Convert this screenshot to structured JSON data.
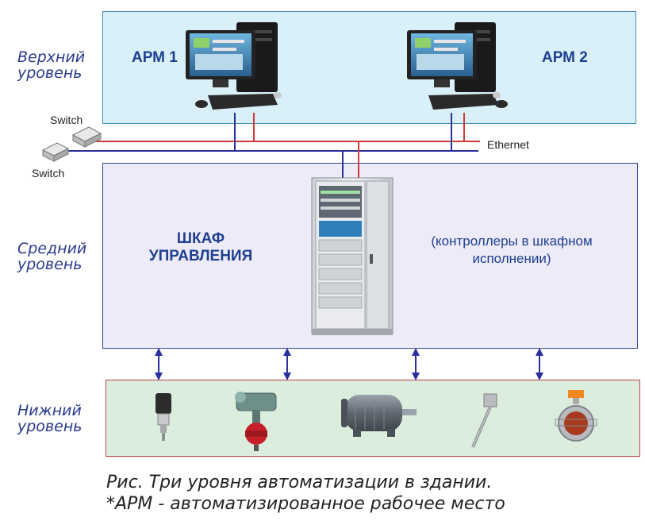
{
  "levels": {
    "top": "Верхний\nуровень",
    "middle": "Средний\nуровень",
    "bottom": "Нижний\nуровень"
  },
  "workstations": {
    "arm1": "АРМ 1",
    "arm2": "АРМ 2"
  },
  "network": {
    "switch_1": "Switch",
    "switch_2": "Switch",
    "ethernet": "Ethernet"
  },
  "cabinet": {
    "title": "ШКАФ\nУПРАВЛЕНИЯ",
    "note": "(контроллеры в шкафном\nисполнении)"
  },
  "field_devices": [
    "pressure-sensor",
    "valve-actuator",
    "electric-motor",
    "temperature-probe",
    "damper-actuator"
  ],
  "caption": {
    "line1": "Рис. Три уровня автоматизации в здании.",
    "line2": "*АРМ - автоматизированное рабочее место"
  },
  "colors": {
    "top_fill": "#d9f0f8",
    "middle_fill": "#ecebf7",
    "bottom_fill": "#dbeedd",
    "line_blue": "#2a2f9a",
    "line_red": "#d23a3a"
  }
}
